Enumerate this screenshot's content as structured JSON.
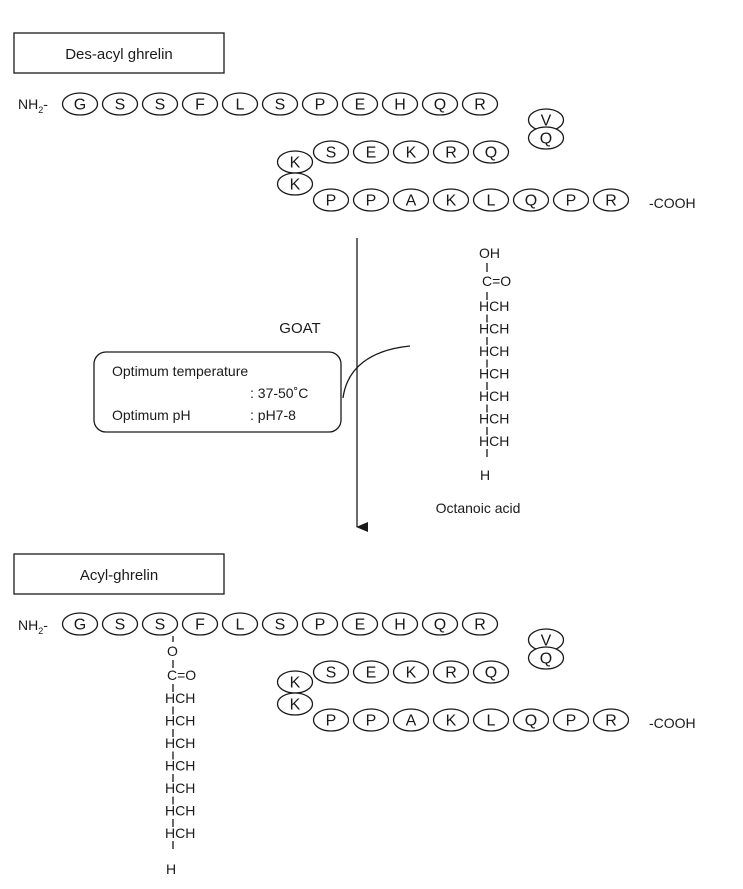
{
  "top": {
    "title": "Des-acyl ghrelin",
    "n_terminus": "NH",
    "n_terminus_sub": "2",
    "n_terminus_dash": "-",
    "c_terminus": "-COOH",
    "row1": [
      "G",
      "S",
      "S",
      "F",
      "L",
      "S",
      "P",
      "E",
      "H",
      "Q",
      "R"
    ],
    "turn1": [
      "V",
      "Q"
    ],
    "row2": [
      "S",
      "E",
      "K",
      "R",
      "Q"
    ],
    "turn2": [
      "K",
      "K"
    ],
    "row3": [
      "P",
      "P",
      "A",
      "K",
      "L",
      "Q",
      "P",
      "R"
    ]
  },
  "enzyme": {
    "name": "GOAT",
    "temp_label": "Optimum temperature",
    "temp_value": ": 37-50˚C",
    "ph_label": "Optimum pH",
    "ph_value": ": pH7-8"
  },
  "octanoic": {
    "oh": "OH",
    "carbonyl": "C=O",
    "ch_units": [
      "HCH",
      "HCH",
      "HCH",
      "HCH",
      "HCH",
      "HCH",
      "HCH"
    ],
    "terminal_h": "H",
    "label": "Octanoic acid"
  },
  "bottom": {
    "title": "Acyl-ghrelin",
    "n_terminus": "NH",
    "n_terminus_sub": "2",
    "n_terminus_dash": "-",
    "c_terminus": "-COOH",
    "row1": [
      "G",
      "S",
      "S",
      "F",
      "L",
      "S",
      "P",
      "E",
      "H",
      "Q",
      "R"
    ],
    "turn1": [
      "V",
      "Q"
    ],
    "row2": [
      "S",
      "E",
      "K",
      "R",
      "Q"
    ],
    "turn2": [
      "K",
      "K"
    ],
    "row3": [
      "P",
      "P",
      "A",
      "K",
      "L",
      "Q",
      "P",
      "R"
    ],
    "acyl_o": "O",
    "acyl_carbonyl": "C=O",
    "acyl_ch_units": [
      "HCH",
      "HCH",
      "HCH",
      "HCH",
      "HCH",
      "HCH",
      "HCH"
    ],
    "acyl_terminal_h": "H"
  }
}
